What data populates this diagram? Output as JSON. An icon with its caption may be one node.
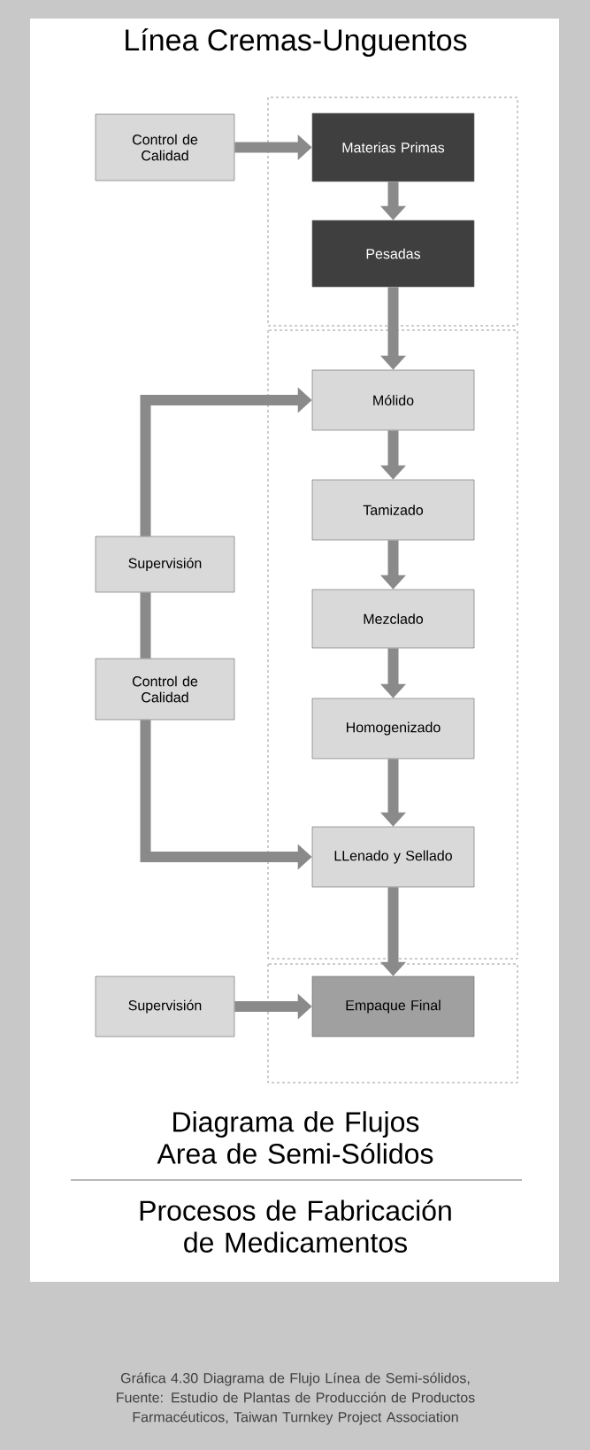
{
  "diagram": {
    "title": "Línea Cremas-Unguentos",
    "caption": "Gráfica 4.30 Diagrama de Flujo Línea de Semi-sólidos, Fuente: Estudio de Plantas de Producción de Productos Farmacéuticos, Taiwan Turnkey Project Association",
    "nodes": [
      {
        "text": [
          "Control de Calidad"
        ]
      },
      {
        "text": [
          "Materias Primas"
        ]
      },
      {
        "text": [
          "Pesadas"
        ]
      },
      {
        "text": [
          "Mólido"
        ]
      },
      {
        "text": [
          "Tamizado"
        ]
      },
      {
        "text": [
          "Mezclado"
        ]
      },
      {
        "text": [
          "Homogenizado"
        ]
      },
      {
        "text": [
          "LLenado y Sellado"
        ]
      },
      {
        "text": [
          "Empaque Final"
        ]
      },
      {
        "text": [
          "Supervisión"
        ]
      },
      {
        "text": [
          "Control de Calidad"
        ]
      },
      {
        "text": [
          "Supervisión"
        ]
      }
    ],
    "edges": [
      {
        "from": 0,
        "to": 1,
        "arrow": "to"
      },
      {
        "from": 1,
        "to": 2,
        "arrow": "to"
      },
      {
        "from": 2,
        "to": 3,
        "arrow": "to"
      },
      {
        "from": 3,
        "to": 4,
        "arrow": "to"
      },
      {
        "from": 4,
        "to": 5,
        "arrow": "to"
      },
      {
        "from": 5,
        "to": 6,
        "arrow": "to"
      },
      {
        "from": 6,
        "to": 7,
        "arrow": "to"
      },
      {
        "from": 7,
        "to": 8,
        "arrow": "to"
      },
      {
        "from": 9,
        "to": 3,
        "arrow": "to"
      },
      {
        "from": 9,
        "to": 10,
        "arrow": "none"
      },
      {
        "from": 10,
        "to": 7,
        "arrow": "to"
      },
      {
        "from": 11,
        "to": 8,
        "arrow": "to"
      }
    ],
    "labels": [
      "Diagrama de Flujos Area de Semi-Sólidos",
      "Procesos de Fabricación de Medicamentos"
    ]
  }
}
